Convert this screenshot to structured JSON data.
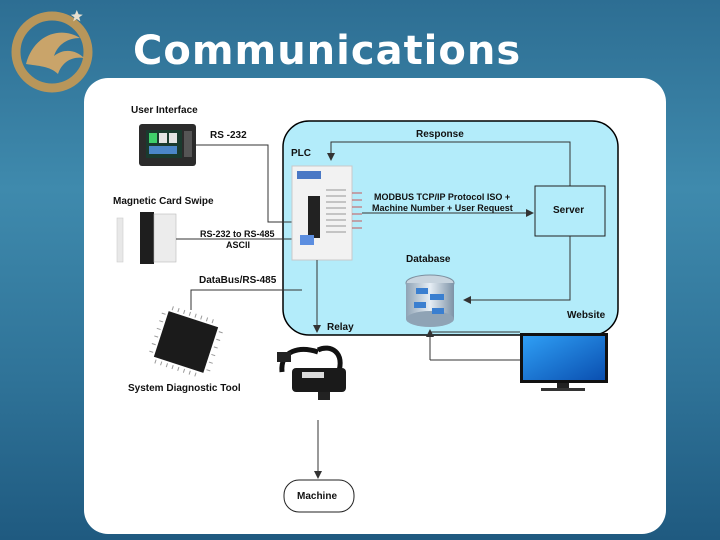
{
  "slide": {
    "title": "Communications"
  },
  "diagram": {
    "nodes": {
      "user_interface": "User Interface",
      "magnetic_card_swipe": "Magnetic Card Swipe",
      "system_diagnostic_tool": "System Diagnostic Tool",
      "plc": "PLC",
      "server": "Server",
      "database": "Database",
      "relay": "Relay",
      "website": "Website",
      "machine": "Machine"
    },
    "edges": {
      "rs232": "RS -232",
      "rs232_to_rs485_line1": "RS-232 to RS-485",
      "rs232_to_rs485_line2": "ASCII",
      "databus": "DataBus/RS-485",
      "response": "Response",
      "modbus_line1": "MODBUS TCP/IP Protocol ISO +",
      "modbus_line2": "Machine Number + User Request"
    },
    "colors": {
      "plc_region": "#b3ecfa",
      "region_border": "#000000",
      "arrow": "#333333"
    }
  }
}
